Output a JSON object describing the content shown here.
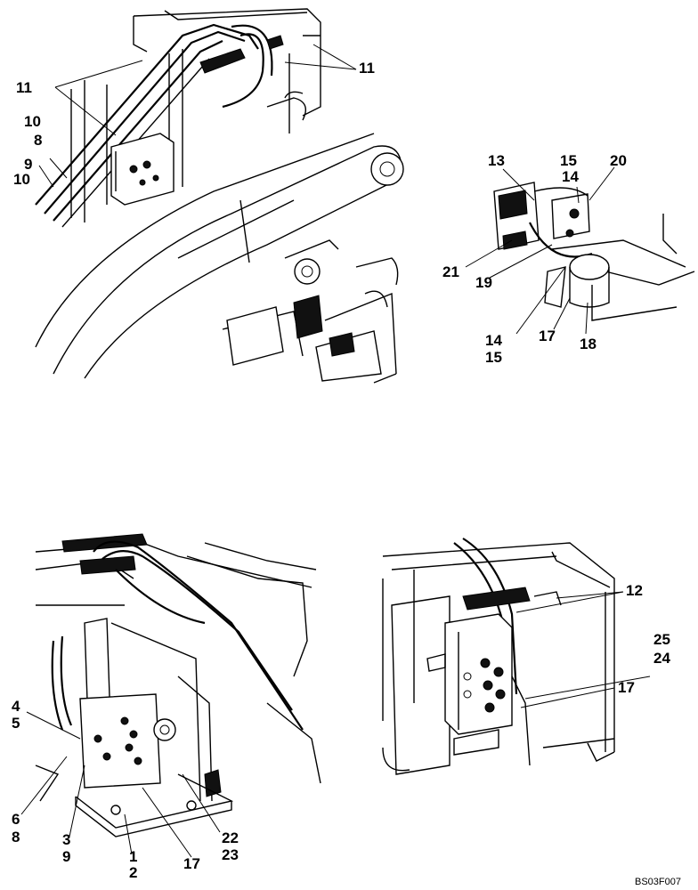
{
  "views": {
    "upper_left": {
      "callouts": [
        "11",
        "11",
        "10",
        "8",
        "9",
        "10"
      ]
    },
    "upper_right": {
      "callouts": [
        "13",
        "15",
        "14",
        "20",
        "21",
        "19",
        "14",
        "15",
        "17",
        "18"
      ]
    },
    "lower_left": {
      "callouts": [
        "4",
        "5",
        "6",
        "8",
        "3",
        "9",
        "1",
        "2",
        "17",
        "22",
        "23"
      ]
    },
    "lower_right": {
      "callouts": [
        "12",
        "25",
        "24",
        "17"
      ]
    }
  },
  "drawing_code": "BS03F007"
}
